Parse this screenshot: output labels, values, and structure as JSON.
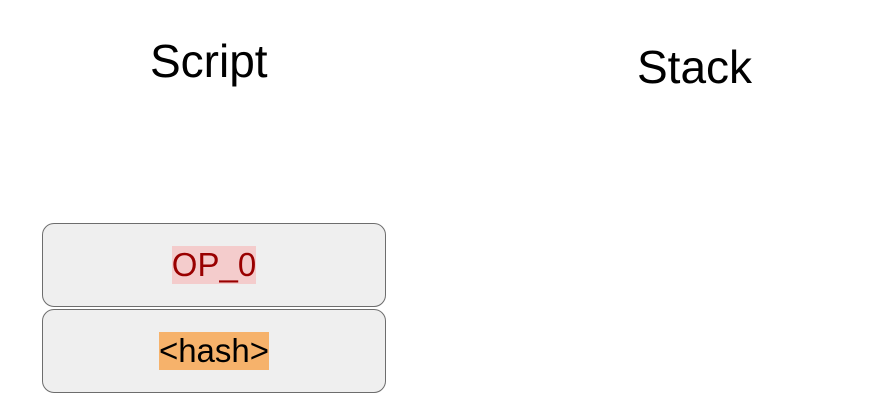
{
  "titles": {
    "script": "Script",
    "stack": "Stack"
  },
  "script": {
    "items": [
      {
        "label": "OP_0",
        "text_color": "#990000",
        "highlight_color": "#f4cccc"
      },
      {
        "label": "<hash>",
        "text_color": "#000000",
        "highlight_color": "#f6b26b"
      }
    ]
  },
  "stack": {
    "items": []
  },
  "colors": {
    "background": "#ffffff",
    "box_fill": "#efefef",
    "box_border": "#6d6d6d"
  }
}
